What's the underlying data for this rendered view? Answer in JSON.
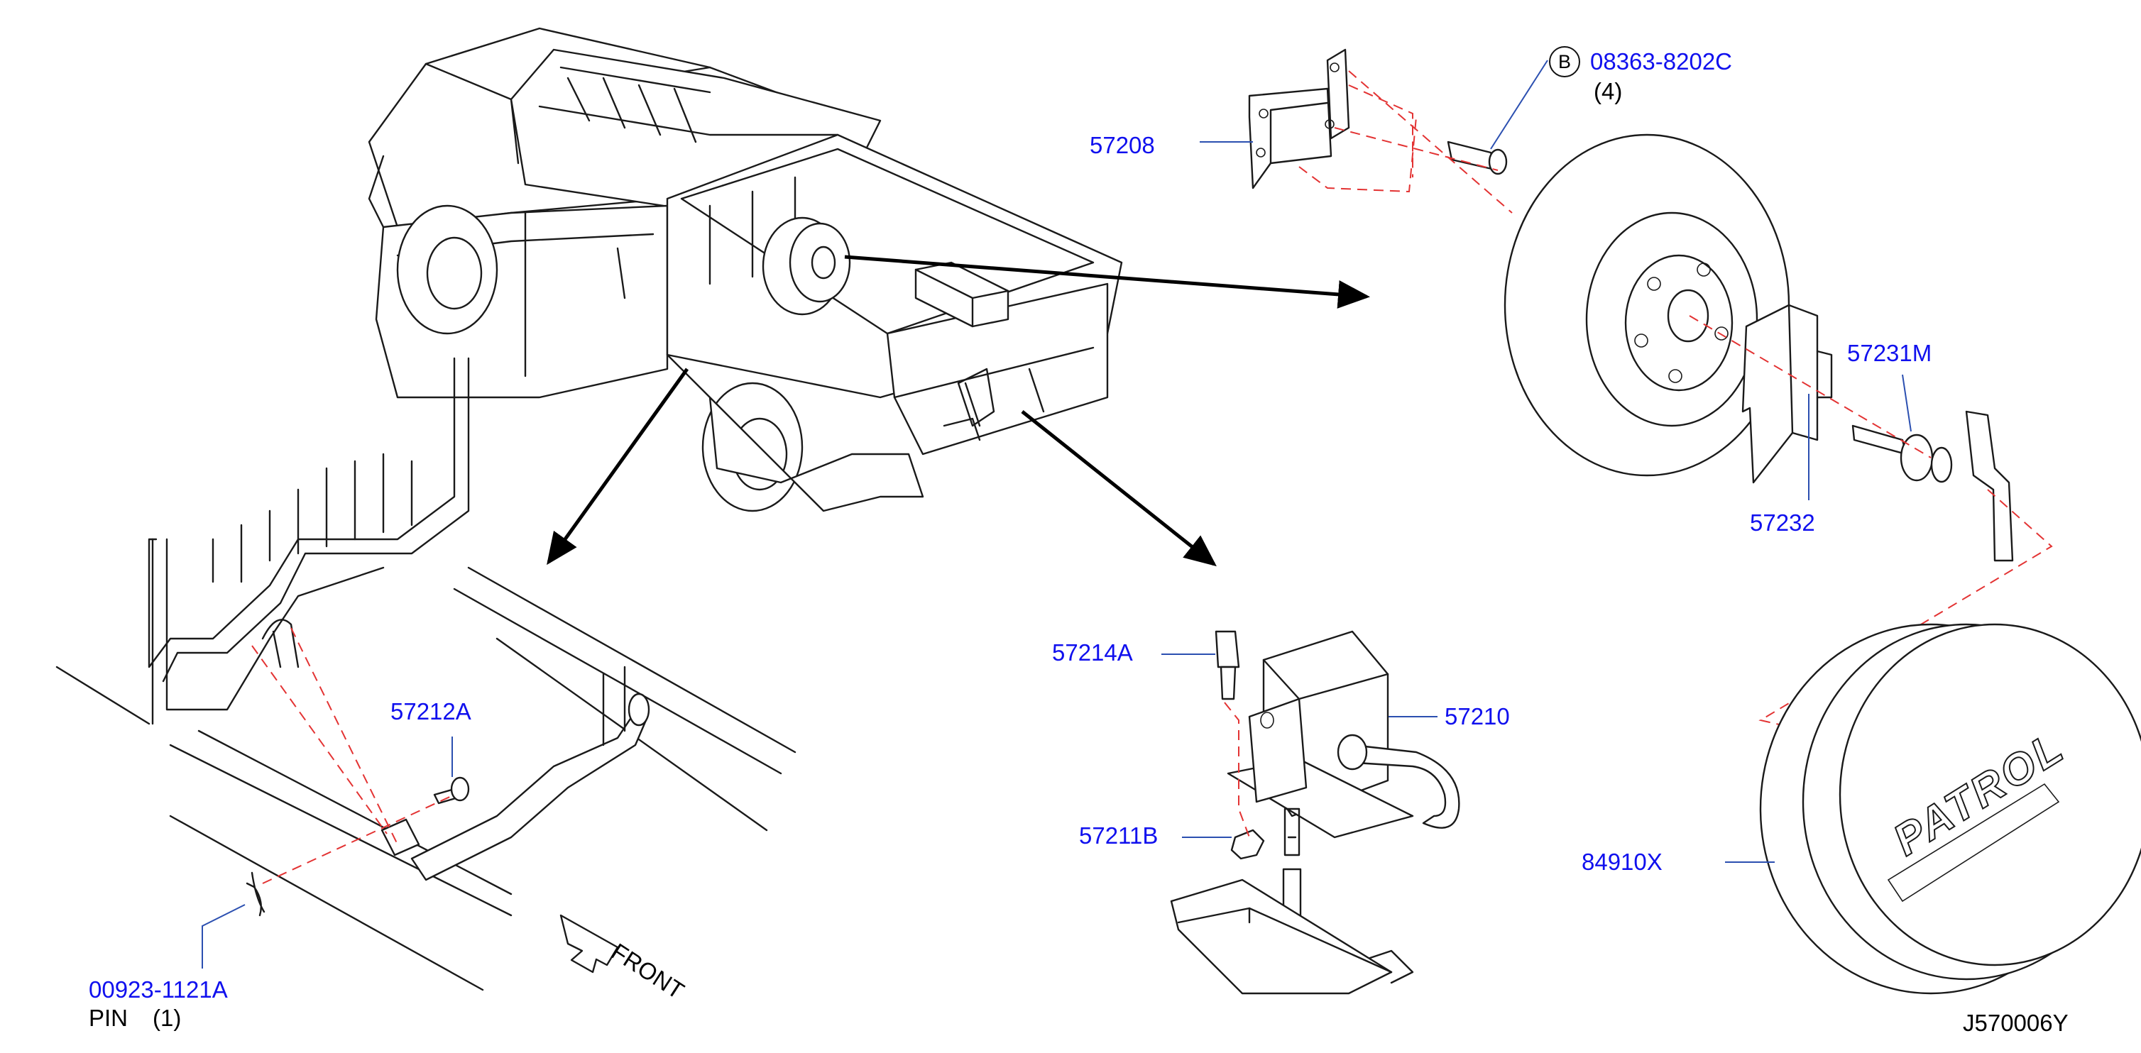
{
  "diagram": {
    "figure_id": "J570006Y",
    "parts": [
      {
        "id": "57208",
        "number": "57208"
      },
      {
        "id": "08363-8202C",
        "number": "08363-8202C",
        "callout": "B",
        "qty": "(4)"
      },
      {
        "id": "57231M",
        "number": "57231M"
      },
      {
        "id": "57232",
        "number": "57232"
      },
      {
        "id": "57212A",
        "number": "57212A"
      },
      {
        "id": "57214A",
        "number": "57214A"
      },
      {
        "id": "57210",
        "number": "57210"
      },
      {
        "id": "57211B",
        "number": "57211B"
      },
      {
        "id": "84910X",
        "number": "84910X"
      },
      {
        "id": "00923-1121A",
        "number": "00923-1121A",
        "name": "PIN",
        "qty": "(1)"
      }
    ],
    "direction_label": "FRONT",
    "cover_text": "PATROL"
  },
  "colors": {
    "label": "#1010ee",
    "leader": "#2b4fb0",
    "dashed": "#e33333",
    "line": "#1a1a1a"
  }
}
